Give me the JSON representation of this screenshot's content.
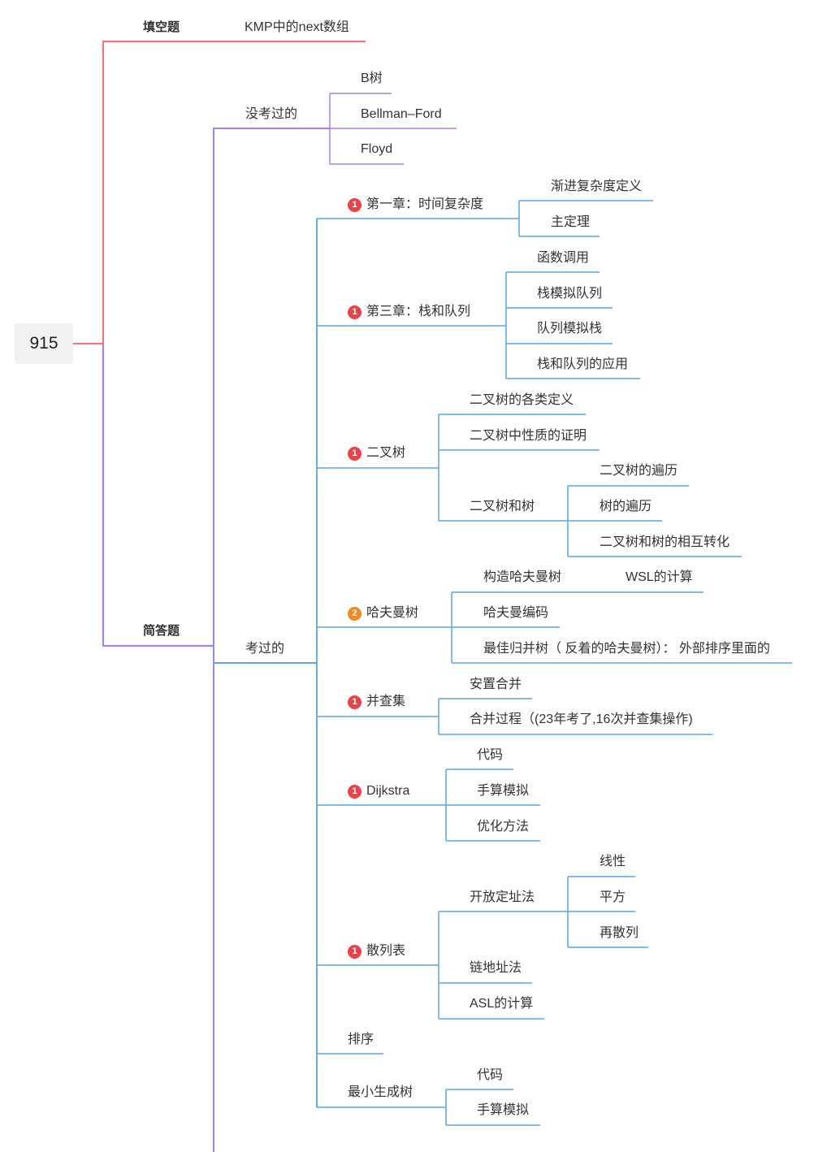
{
  "root": "915",
  "fill_blank": {
    "label": "填空题",
    "items": [
      "KMP中的next数组"
    ]
  },
  "short_answer": {
    "label": "简答题",
    "not_tested": {
      "label": "没考过的",
      "items": [
        "B树",
        "Bellman–Ford",
        "Floyd"
      ]
    },
    "tested": {
      "label": "考过的",
      "groups": [
        {
          "priority": "1",
          "label": "第一章：时间复杂度",
          "items": [
            "渐进复杂度定义",
            "主定理"
          ]
        },
        {
          "priority": "1",
          "label": "第三章：栈和队列",
          "items": [
            "函数调用",
            "栈模拟队列",
            "队列模拟栈",
            "栈和队列的应用"
          ]
        },
        {
          "priority": "1",
          "label": "二叉树",
          "items": [
            "二叉树的各类定义",
            "二叉树中性质的证明",
            "二叉树和树"
          ],
          "sub": [
            "二叉树的遍历",
            "树的遍历",
            "二叉树和树的相互转化"
          ]
        },
        {
          "priority": "2",
          "label": "哈夫曼树",
          "items": [
            "构造哈夫曼树",
            "哈夫曼编码",
            "最佳归并树（ 反着的哈夫曼树）：  外部排序里面的"
          ],
          "sub": [
            "WSL的计算"
          ]
        },
        {
          "priority": "1",
          "label": "并查集",
          "items": [
            "安置合并",
            "合并过程（(23年考了,16次并查集操作)"
          ]
        },
        {
          "priority": "1",
          "label": "Dijkstra",
          "items": [
            "代码",
            "手算模拟",
            "优化方法"
          ]
        },
        {
          "priority": "1",
          "label": "散列表",
          "items": [
            "开放定址法",
            "链地址法",
            "ASL的计算"
          ],
          "sub": [
            "线性",
            "平方",
            "再散列"
          ]
        },
        {
          "priority": "",
          "label": "排序",
          "items": []
        },
        {
          "priority": "",
          "label": "最小生成树",
          "items": [
            "代码",
            "手算模拟"
          ]
        }
      ]
    }
  },
  "colors": {
    "red_branch": "#e87a7f",
    "purple_branch": "#a884e0",
    "blue_branch": "#5aa6e0",
    "priority_1": "#e8434a",
    "priority_2": "#f08a24",
    "root_bg": "#f0f1f0"
  }
}
